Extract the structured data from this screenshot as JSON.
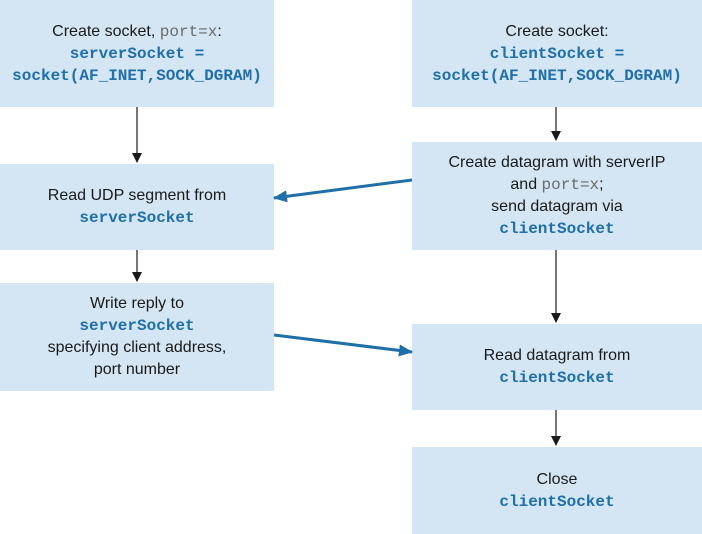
{
  "server": {
    "create": {
      "text": "Create  socket, ",
      "port": "port=x",
      "colon": ":",
      "code_line1": "serverSocket =",
      "code_line2": "socket(AF_INET,SOCK_DGRAM)"
    },
    "read": {
      "text": "Read UDP segment from",
      "code": "serverSocket"
    },
    "write": {
      "text": "Write reply to",
      "code": "serverSocket",
      "line3": "specifying client address,",
      "line4": "port number"
    }
  },
  "client": {
    "create": {
      "text": "Create socket:",
      "code_line1": "clientSocket =",
      "code_line2": "socket(AF_INET,SOCK_DGRAM)"
    },
    "send": {
      "line1": "Create datagram with serverIP",
      "line2a": "and ",
      "port": "port=x",
      "line2b": ";",
      "line3": "send datagram via",
      "code": "clientSocket"
    },
    "read": {
      "text": "Read datagram from",
      "code": "clientSocket"
    },
    "close": {
      "text": "Close",
      "code": "clientSocket"
    }
  },
  "colors": {
    "box_fill": "#d4e6f4",
    "code_blue": "#1f6fa8",
    "arrow_blue": "#1f6fa8",
    "arrow_black": "#1a1a1a"
  }
}
